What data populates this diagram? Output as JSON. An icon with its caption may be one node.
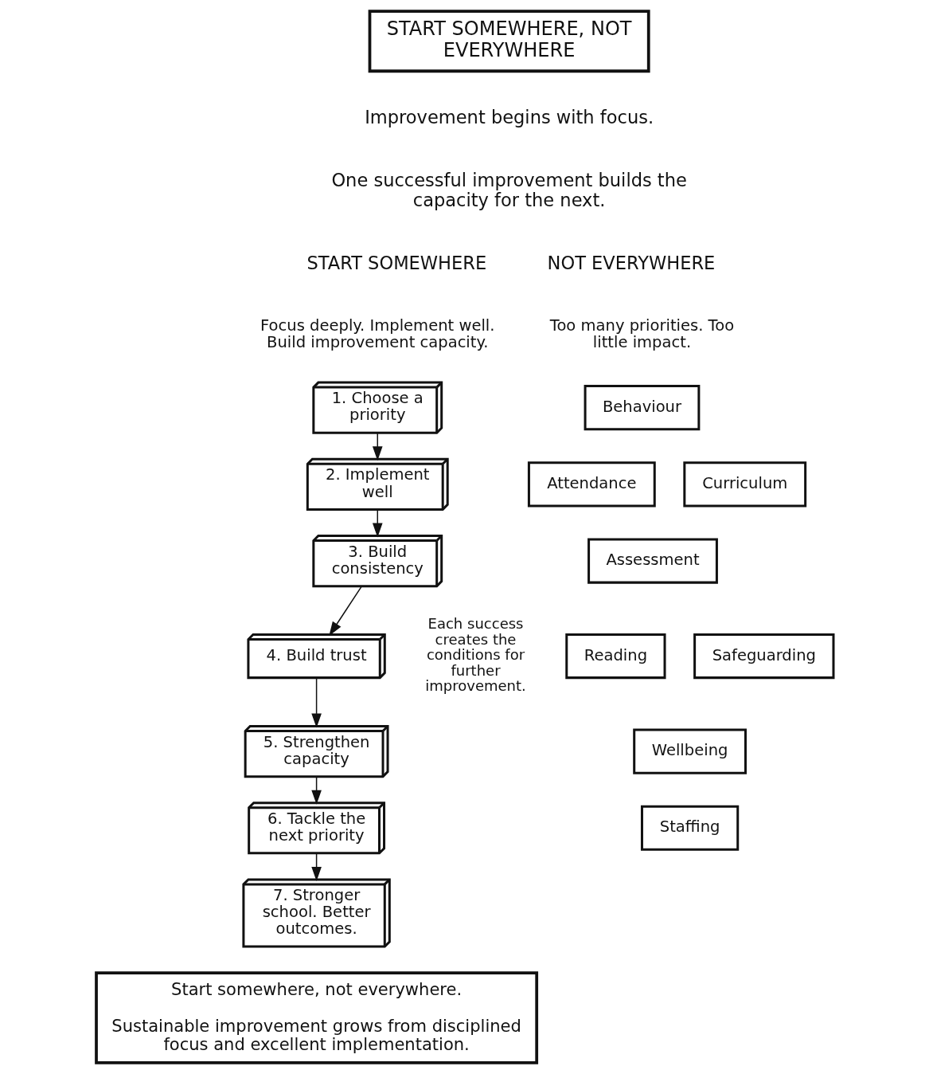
{
  "diagram": {
    "nodes": [
      {
        "text": [
          "START SOMEWHERE, NOT EVERYWHERE"
        ]
      },
      {
        "text": [
          "1. Choose a priority"
        ]
      },
      {
        "text": [
          "2. Implement well"
        ]
      },
      {
        "text": [
          "3. Build consistency"
        ]
      },
      {
        "text": [
          "4. Build trust"
        ]
      },
      {
        "text": [
          "5. Strengthen capacity"
        ]
      },
      {
        "text": [
          "6. Tackle the next priority"
        ]
      },
      {
        "text": [
          "7. Stronger school. Better outcomes."
        ]
      },
      {
        "text": [
          "Behaviour"
        ]
      },
      {
        "text": [
          "Attendance"
        ]
      },
      {
        "text": [
          "Curriculum"
        ]
      },
      {
        "text": [
          "Assessment"
        ]
      },
      {
        "text": [
          "Reading"
        ]
      },
      {
        "text": [
          "Safeguarding"
        ]
      },
      {
        "text": [
          "Wellbeing"
        ]
      },
      {
        "text": [
          "Staffing"
        ]
      },
      {
        "text": [
          "Start somewhere, not everywhere.",
          "Sustainable improvement grows from disciplined focus and excellent implementation."
        ]
      }
    ],
    "edges": [
      {
        "from": 1,
        "to": 2,
        "arrow": "to"
      },
      {
        "from": 2,
        "to": 3,
        "arrow": "to"
      },
      {
        "from": 3,
        "to": 4,
        "arrow": "to"
      },
      {
        "from": 4,
        "to": 5,
        "arrow": "to"
      },
      {
        "from": 5,
        "to": 6,
        "arrow": "to"
      },
      {
        "from": 6,
        "to": 7,
        "arrow": "to"
      }
    ],
    "labels": [
      "Improvement begins with focus.",
      "One successful improvement builds the capacity for the next.",
      "START SOMEWHERE",
      "Focus deeply. Implement well. Build improvement capacity.",
      "NOT EVERYWHERE",
      "Too many priorities. Too little impact.",
      "Each success creates the conditions for further improvement."
    ]
  }
}
